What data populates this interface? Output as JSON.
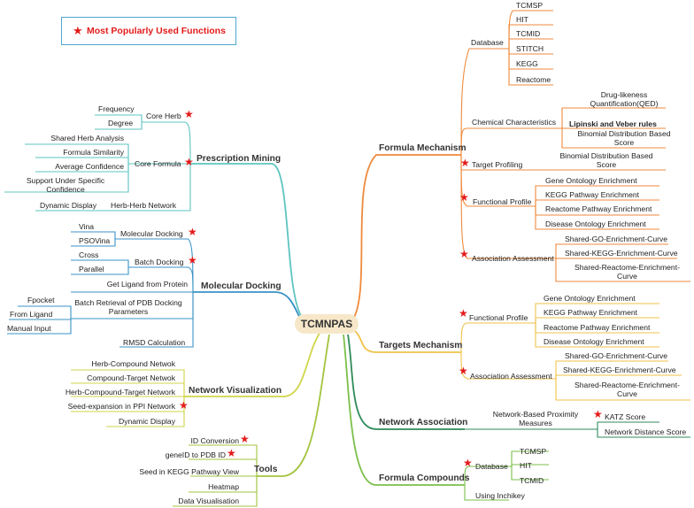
{
  "colors": {
    "formula_mechanism": "#ef8a3c",
    "targets_mechanism": "#f0c24a",
    "network_association": "#2f8a5a",
    "formula_compounds": "#7bbf4a",
    "tools": "#a3c43e",
    "network_visualization": "#cfd648",
    "molecular_docking": "#3a93c7",
    "prescription_mining": "#5ec4c0",
    "root_fill": "#f7e7c9",
    "star": "#e31b1b"
  },
  "legend": {
    "icon": "star-icon",
    "text": "Most Popularly Used Functions"
  },
  "root": {
    "label": "TCMNPAS"
  },
  "branches": {
    "formula_mechanism": {
      "label": "Formula Mechanism",
      "database": {
        "label": "Database",
        "items": [
          "TCMSP",
          "HIT",
          "TCMID",
          "STITCH",
          "KEGG",
          "Reactome"
        ]
      },
      "chemical": {
        "label": "Chemical Characteristics",
        "items": [
          "Drug-likeness\nQuantification(QED)",
          "Lipinski and Veber rules",
          "Binomial Distribution Based\nScore"
        ]
      },
      "target_profiling": {
        "label": "Target Profiling",
        "item": "Binomial Distribution Based\nScore"
      },
      "functional_profile": {
        "label": "Functional Profile",
        "items": [
          "Gene Ontology Enrichment",
          "KEGG Pathway Enrichment",
          "Reactome Pathway Enrichment",
          "Disease Ontology Enrichment"
        ]
      },
      "association": {
        "label": "Association Assessment",
        "items": [
          "Shared-GO-Enrichment-Curve",
          "Shared-KEGG-Enrichment-Curve",
          "Shared-Reactome-Enrichment-\nCurve"
        ]
      }
    },
    "targets_mechanism": {
      "label": "Targets Mechanism",
      "functional_profile": {
        "label": "Functional Profile",
        "items": [
          "Gene Ontology Enrichment",
          "KEGG Pathway Enrichment",
          "Reactome Pathway Enrichment",
          "Disease Ontology Enrichment"
        ]
      },
      "association": {
        "label": "Association Assessment",
        "items": [
          "Shared-GO-Enrichment-Curve",
          "Shared-KEGG-Enrichment-Curve",
          "Shared-Reactome-Enrichment-\nCurve"
        ]
      }
    },
    "network_association": {
      "label": "Network Association",
      "proximity": {
        "label": "Network-Based Proximity\nMeasures",
        "items": [
          "KATZ Score",
          "Network Distance Score"
        ]
      }
    },
    "formula_compounds": {
      "label": "Formula Compounds",
      "database": {
        "label": "Database",
        "items": [
          "TCMSP",
          "HIT",
          "TCMID"
        ]
      },
      "inchikey": "Using Inchikey"
    },
    "tools": {
      "label": "Tools",
      "items": [
        "ID Conversion",
        "geneID to PDB ID",
        "Seed in KEGG Pathway View",
        "Heatmap",
        "Data Visualisation"
      ]
    },
    "network_visualization": {
      "label": "Network Visualization",
      "items": [
        "Herb-Compound Netwok",
        "Compound-Target Netwok",
        "Herb-Compound-Target Network",
        "Seed-expansion in PPI Network",
        "Dynamic Display"
      ]
    },
    "molecular_docking": {
      "label": "Molecular Docking",
      "docking": {
        "label": "Molecular Docking",
        "items": [
          "Vina",
          "PSOVina"
        ]
      },
      "batch": {
        "label": "Batch Docking",
        "items": [
          "Cross",
          "Parallel"
        ]
      },
      "get_ligand": "Get Ligand from Protein",
      "batch_retrieval": {
        "label": "Batch Retrieval of PDB Docking\nParameters",
        "items": [
          "Fpocket",
          "From Ligand",
          "Manual Input"
        ]
      },
      "rmsd": "RMSD Calculation"
    },
    "prescription_mining": {
      "label": "Prescription Mining",
      "core_herb": {
        "label": "Core Herb",
        "items": [
          "Frequency",
          "Degree"
        ]
      },
      "core_formula": {
        "label": "Core Formula",
        "items": [
          "Shared Herb Analysis",
          "Formula Similarity",
          "Average Confidence",
          "Support Under Specific\nConfidence"
        ]
      },
      "herb_network": "Herb-Herb Network",
      "dynamic": "Dynamic Display"
    }
  }
}
